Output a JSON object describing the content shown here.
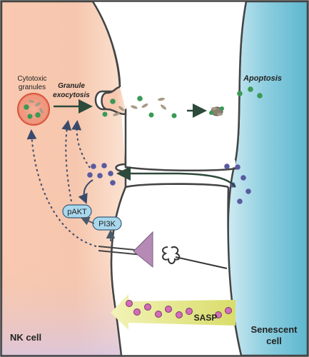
{
  "labels": {
    "cytotoxic_line1": "Cytotoxic",
    "cytotoxic_line2": "granules",
    "exocytosis_line1": "Granule",
    "exocytosis_line2": "exocytosis",
    "apoptosis": "Apoptosis",
    "pakt": "pAKT",
    "pi3k": "PI3K",
    "sasp": "SASP",
    "nk_cell": "NK cell",
    "senescent_line1": "Senescent",
    "senescent_line2": "cell"
  },
  "colors": {
    "nk_cell_fill": "#f7c4a8",
    "senescent_fill": "#7cc5d8",
    "granule_green": "#3a9a55",
    "granule_tan": "#a89a86",
    "vesicle_purple": "#5a5aa0",
    "sasp_pink": "#d46bb8",
    "sasp_arrow": "#e8ea9a",
    "arrow_dark": "#2d4a3a",
    "kinase_fill": "#a9d8ec",
    "receptor_purple": "#b58bb6"
  },
  "icons": [
    "cytotoxic-granule-icon",
    "receptor-icon",
    "ligand-icon",
    "apoptotic-body-icon"
  ]
}
